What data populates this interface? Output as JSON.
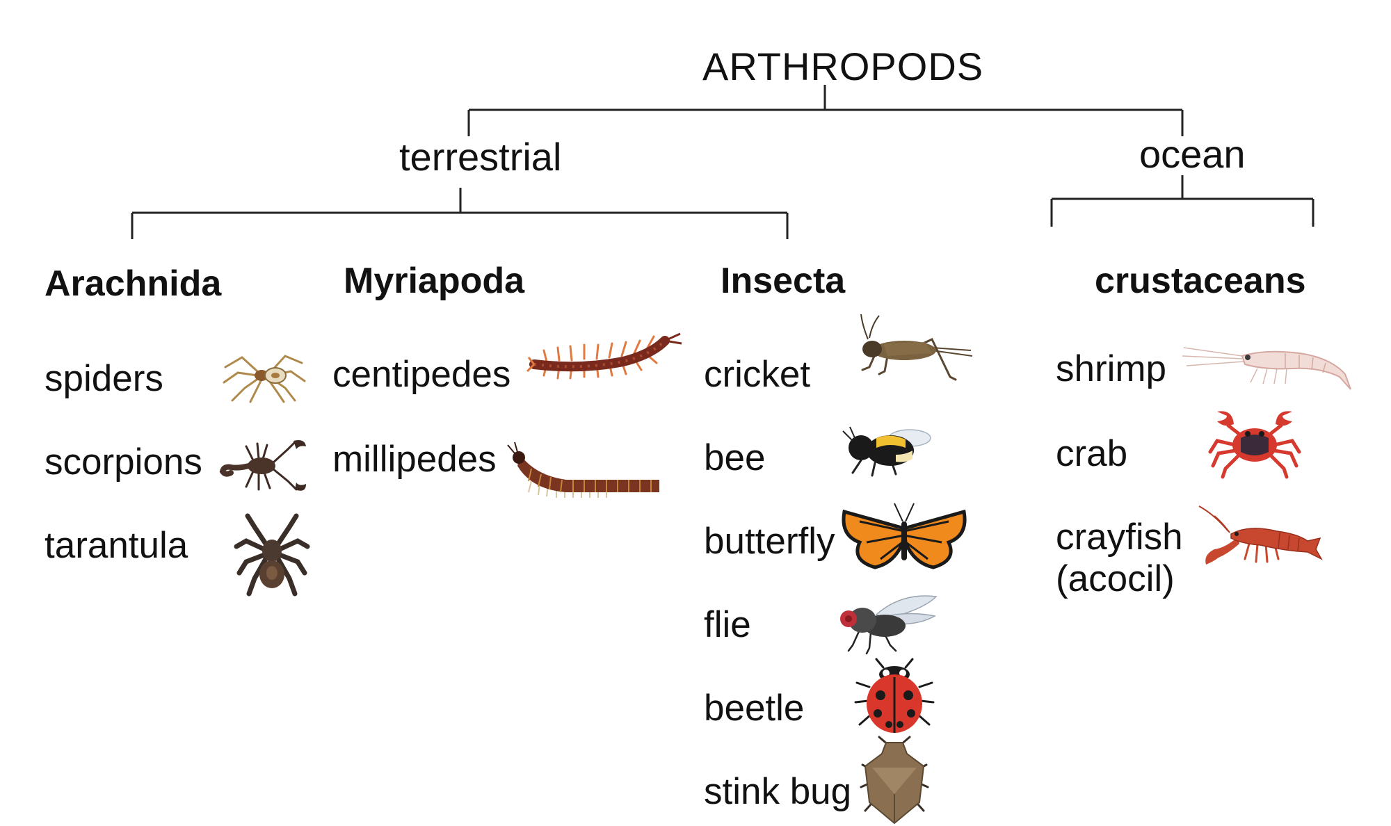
{
  "root": "ARTHROPODS",
  "branches": {
    "terrestrial": "terrestrial",
    "ocean": "ocean"
  },
  "groups": {
    "arachnida": {
      "title": "Arachnida",
      "items": [
        "spiders",
        "scorpions",
        "tarantula"
      ],
      "icons": [
        "spider-icon",
        "scorpion-icon",
        "tarantula-icon"
      ]
    },
    "myriapoda": {
      "title": "Myriapoda",
      "items": [
        "centipedes",
        "millipedes"
      ],
      "icons": [
        "centipede-icon",
        "millipede-icon"
      ]
    },
    "insecta": {
      "title": "Insecta",
      "items": [
        "cricket",
        "bee",
        "butterfly",
        "flie",
        "beetle",
        "stink bug"
      ],
      "icons": [
        "cricket-icon",
        "bee-icon",
        "butterfly-icon",
        "fly-icon",
        "ladybug-icon",
        "stink-bug-icon"
      ]
    },
    "crustaceans": {
      "title": "crustaceans",
      "items": [
        "shrimp",
        "crab",
        "crayfish",
        "(acocil)"
      ],
      "icons": [
        "shrimp-icon",
        "crab-icon",
        "crayfish-icon"
      ]
    }
  },
  "colors": {
    "line": "#222222",
    "butterfly": "#f08a1c",
    "ladybug": "#d9372b",
    "crab": "#d63a2e",
    "crayfish": "#c8482f",
    "centipede": "#8a2e20",
    "millipede": "#7a3520"
  }
}
